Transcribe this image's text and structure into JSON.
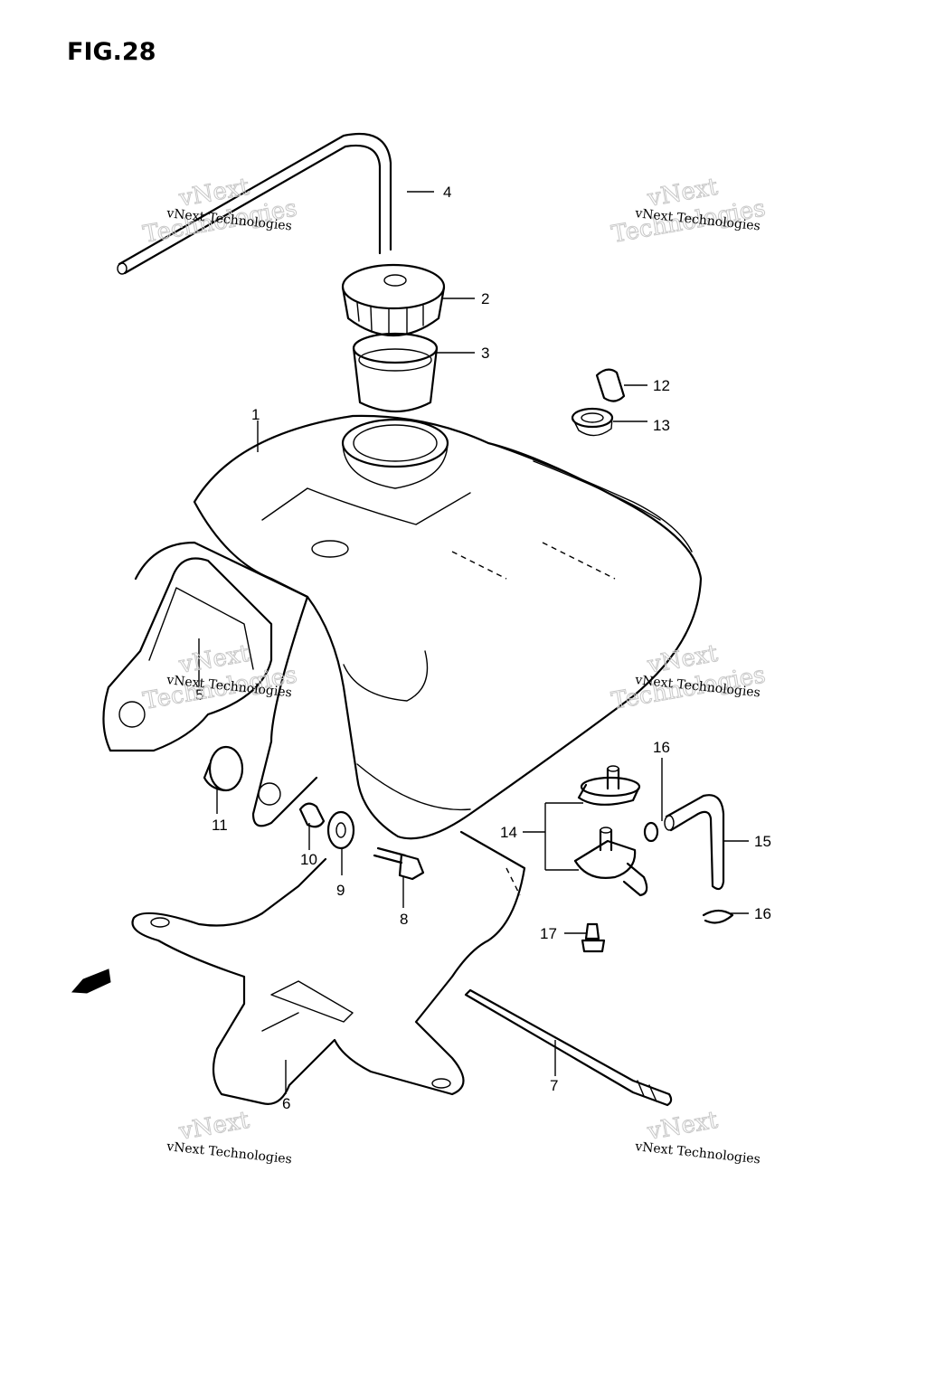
{
  "figure": {
    "title": "FIG.28"
  },
  "watermark": {
    "line1": "vNext Technologies",
    "line2": "vNext",
    "line3": "Technologies"
  },
  "callouts": [
    {
      "id": "1",
      "label": "1"
    },
    {
      "id": "2",
      "label": "2"
    },
    {
      "id": "3",
      "label": "3"
    },
    {
      "id": "4",
      "label": "4"
    },
    {
      "id": "5",
      "label": "5"
    },
    {
      "id": "6",
      "label": "6"
    },
    {
      "id": "7",
      "label": "7"
    },
    {
      "id": "8",
      "label": "8"
    },
    {
      "id": "9",
      "label": "9"
    },
    {
      "id": "10",
      "label": "10"
    },
    {
      "id": "11",
      "label": "11"
    },
    {
      "id": "12",
      "label": "12"
    },
    {
      "id": "13",
      "label": "13"
    },
    {
      "id": "14",
      "label": "14"
    },
    {
      "id": "15",
      "label": "15"
    },
    {
      "id": "16a",
      "label": "16"
    },
    {
      "id": "16b",
      "label": "16"
    },
    {
      "id": "17",
      "label": "17"
    }
  ]
}
